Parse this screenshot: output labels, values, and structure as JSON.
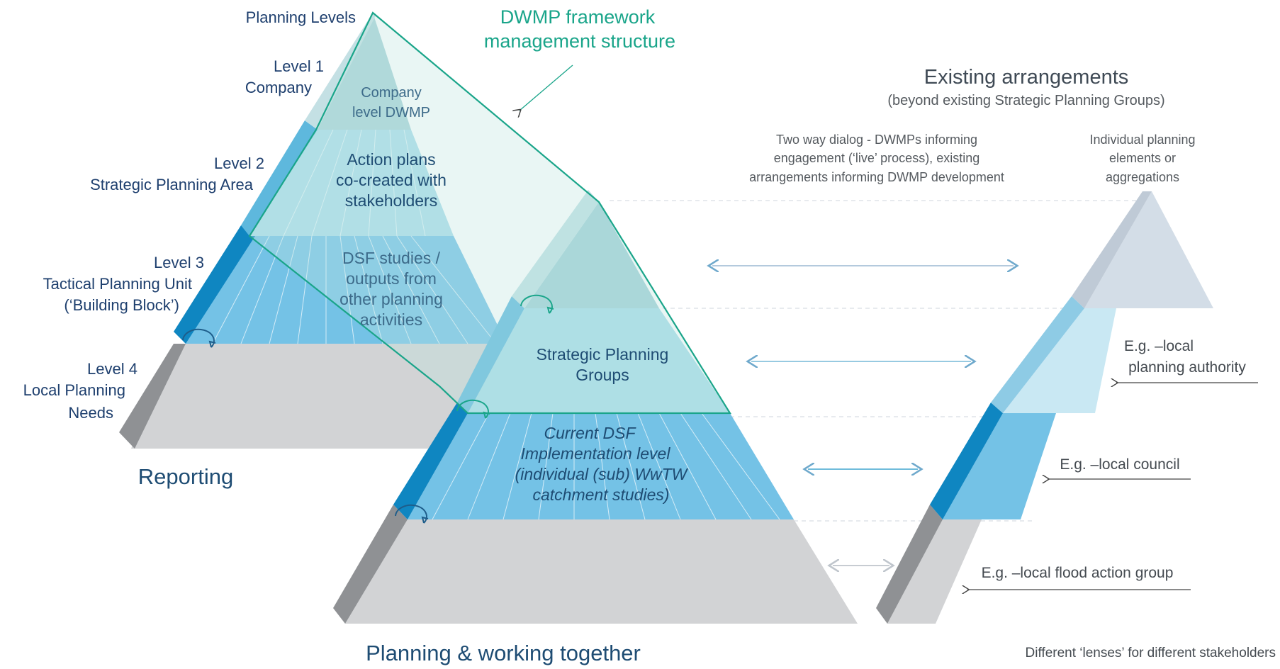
{
  "title": [
    "DWMP framework",
    "management structure"
  ],
  "planning_levels_heading": "Planning Levels",
  "levels": [
    {
      "line1": "Level 1",
      "line2": "Company"
    },
    {
      "line1": "Level 2",
      "line2": "Strategic  Planning Area"
    },
    {
      "line1": "Level 3",
      "line2": "Tactical  Planning Unit",
      "line3": "(‘Building Block’)"
    },
    {
      "line1": "Level 4",
      "line2": "Local Planning",
      "line3": "Needs"
    }
  ],
  "left_pyramid": {
    "company": [
      "Company",
      "level DWMP"
    ],
    "action": [
      "Action plans",
      "co-created with",
      "stakeholders"
    ],
    "dsf": [
      "DSF studies /",
      "outputs from",
      "other  planning",
      "activities"
    ]
  },
  "reporting_label": "Reporting",
  "middle_pyramid": {
    "strategic": [
      "Strategic Planning",
      "Groups"
    ],
    "current": [
      "Current DSF",
      "Implementation  level",
      "(individual (sub) WwTW",
      "catchment studies)"
    ]
  },
  "planning_label": "Planning  & working together",
  "existing": {
    "title": "Existing arrangements",
    "subtitle": "(beyond existing  Strategic Planning Groups)"
  },
  "dialog_note": [
    "Two way dialog - DWMPs informing",
    "engagement (‘live’ process), existing",
    "arrangements informing DWMP development"
  ],
  "individual_note": [
    "Individual planning",
    "elements or",
    "aggregations"
  ],
  "examples": {
    "authority": [
      "E.g. –local",
      "planning authority"
    ],
    "council": "E.g. –local council",
    "flood": "E.g. –local flood action group"
  },
  "lenses_note": "Different  ‘lenses’ for different stakeholders",
  "colors": {
    "teal": "#1aa58a",
    "navy": "#1e3f6e",
    "light_blue": "#a9dbe6",
    "mid_blue": "#6cc3e8",
    "deep_blue": "#0f86c1",
    "grey_base": "#d2d3d5"
  }
}
